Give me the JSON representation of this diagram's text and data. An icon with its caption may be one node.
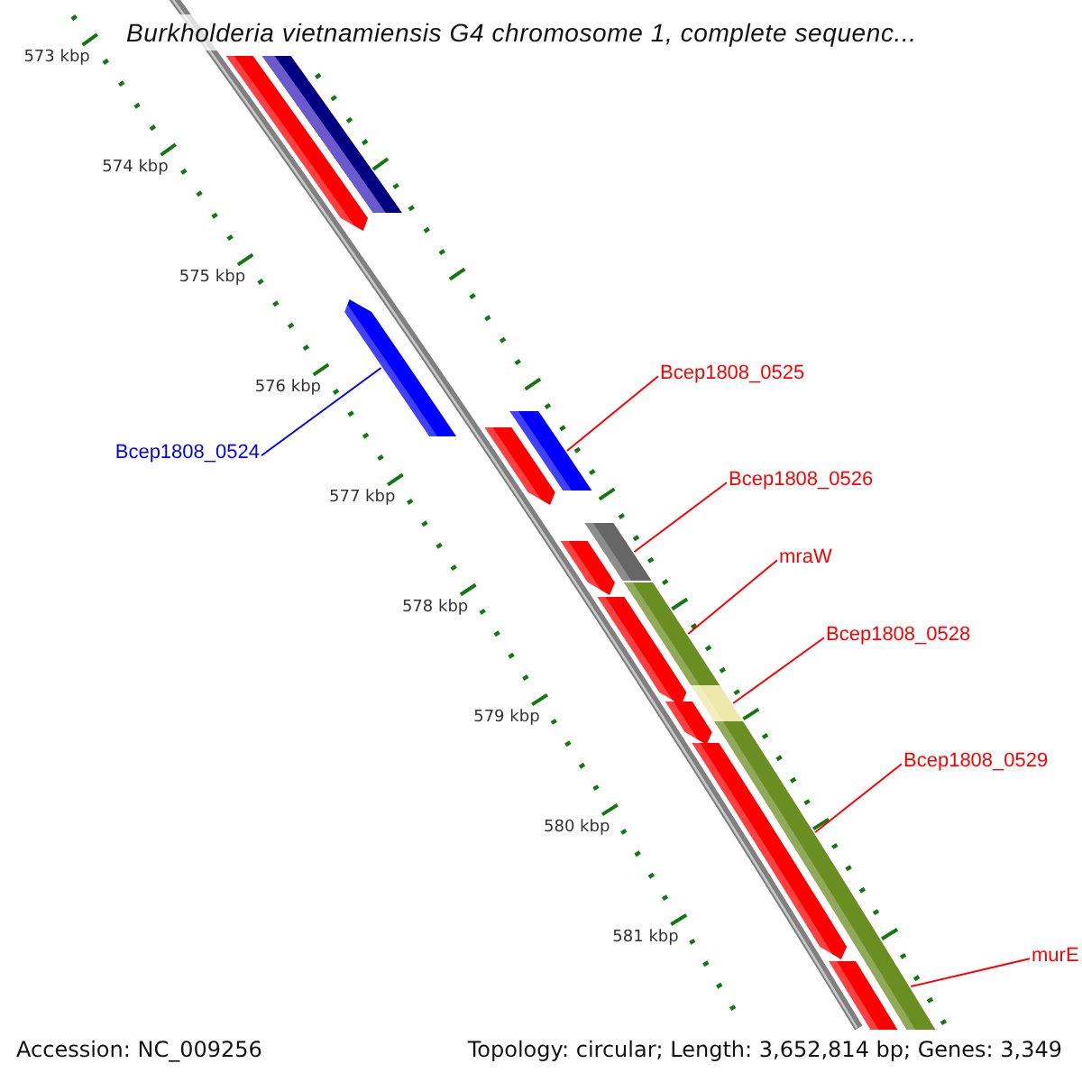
{
  "diagram": {
    "title": "Burkholderia vietnamiensis G4 chromosome 1, complete sequenc...",
    "nodes": [
      {
        "text": [
          "Bcep1808_0524"
        ]
      },
      {
        "text": [],
        "shape": "bar"
      },
      {
        "text": [
          "Bcep1808_0525"
        ]
      },
      {
        "text": [],
        "shape": "bar"
      },
      {
        "text": [
          "Bcep1808_0526"
        ]
      },
      {
        "text": [],
        "shape": "bar"
      },
      {
        "text": [
          "mraW"
        ]
      },
      {
        "text": [],
        "shape": "bar"
      },
      {
        "text": [
          "Bcep1808_0528"
        ]
      },
      {
        "text": [],
        "shape": "bar"
      },
      {
        "text": [
          "Bcep1808_0529"
        ]
      },
      {
        "text": [],
        "shape": "bar"
      },
      {
        "text": [
          "murE"
        ]
      },
      {
        "text": [],
        "shape": "bar"
      }
    ],
    "edges": [
      {
        "from": 0,
        "to": 1,
        "arrow": "none",
        "color": "#0000ff"
      },
      {
        "from": 2,
        "to": 3,
        "arrow": "none"
      },
      {
        "from": 4,
        "to": 5,
        "arrow": "none"
      },
      {
        "from": 6,
        "to": 7,
        "arrow": "none"
      },
      {
        "from": 8,
        "to": 9,
        "arrow": "none"
      },
      {
        "from": 10,
        "to": 11,
        "arrow": "none"
      },
      {
        "from": 12,
        "to": 13,
        "arrow": "none"
      }
    ],
    "labels": [
      "573 kbp",
      "574 kbp",
      "575 kbp",
      "576 kbp",
      "577 kbp",
      "578 kbp",
      "579 kbp",
      "580 kbp",
      "581 kbp",
      "Accession: NC_009256",
      "Topology: circular; Length: 3,652,814 bp; Genes: 3,349"
    ]
  }
}
